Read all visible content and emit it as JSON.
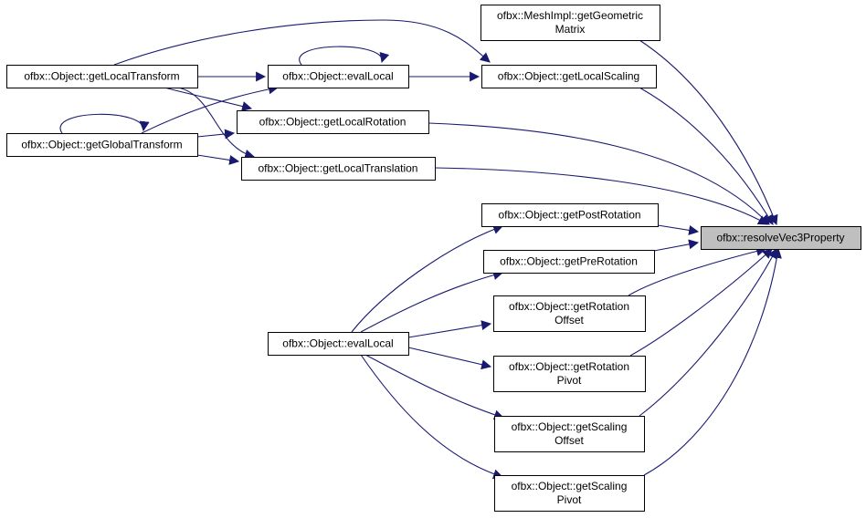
{
  "colors": {
    "edge": "#191970",
    "node_fill": "#ffffff",
    "focus_fill": "#bfbfbf",
    "border": "#000000",
    "text": "#000000"
  },
  "nodes": [
    {
      "id": "getLocalTransform",
      "lines": [
        "ofbx::Object::getLocalTransform"
      ]
    },
    {
      "id": "getGlobalTransform",
      "lines": [
        "ofbx::Object::getGlobalTransform"
      ]
    },
    {
      "id": "evalLocalTop",
      "lines": [
        "ofbx::Object::evalLocal"
      ]
    },
    {
      "id": "getLocalRotation",
      "lines": [
        "ofbx::Object::getLocalRotation"
      ]
    },
    {
      "id": "getLocalTranslation",
      "lines": [
        "ofbx::Object::getLocalTranslation"
      ]
    },
    {
      "id": "getGeometricMatrix",
      "lines": [
        "ofbx::MeshImpl::getGeometric",
        "Matrix"
      ]
    },
    {
      "id": "getLocalScaling",
      "lines": [
        "ofbx::Object::getLocalScaling"
      ]
    },
    {
      "id": "getPostRotation",
      "lines": [
        "ofbx::Object::getPostRotation"
      ]
    },
    {
      "id": "getPreRotation",
      "lines": [
        "ofbx::Object::getPreRotation"
      ]
    },
    {
      "id": "getRotationOffset",
      "lines": [
        "ofbx::Object::getRotation",
        "Offset"
      ]
    },
    {
      "id": "getRotationPivot",
      "lines": [
        "ofbx::Object::getRotation",
        "Pivot"
      ]
    },
    {
      "id": "getScalingOffset",
      "lines": [
        "ofbx::Object::getScaling",
        "Offset"
      ]
    },
    {
      "id": "getScalingPivot",
      "lines": [
        "ofbx::Object::getScaling",
        "Pivot"
      ]
    },
    {
      "id": "evalLocalBottom",
      "lines": [
        "ofbx::Object::evalLocal"
      ]
    },
    {
      "id": "resolveVec3Property",
      "lines": [
        "ofbx::resolveVec3Property"
      ],
      "focus": true
    }
  ]
}
